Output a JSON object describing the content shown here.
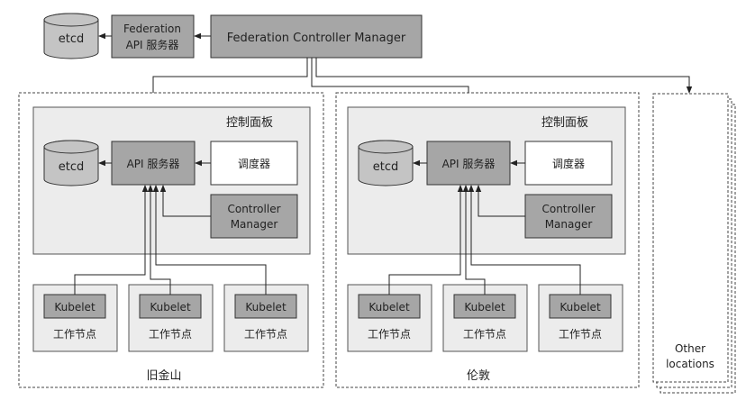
{
  "top": {
    "etcd": "etcd",
    "api_line1": "Federation",
    "api_line2": "API 服务器",
    "controller_manager": "Federation Controller Manager"
  },
  "clusters": [
    {
      "name": "旧金山",
      "control_plane": "控制面板",
      "etcd": "etcd",
      "api_server": "API 服务器",
      "scheduler": "调度器",
      "cm_line1": "Controller",
      "cm_line2": "Manager",
      "nodes": [
        {
          "kubelet": "Kubelet",
          "label": "工作节点"
        },
        {
          "kubelet": "Kubelet",
          "label": "工作节点"
        },
        {
          "kubelet": "Kubelet",
          "label": "工作节点"
        }
      ]
    },
    {
      "name": "伦敦",
      "control_plane": "控制面板",
      "etcd": "etcd",
      "api_server": "API 服务器",
      "scheduler": "调度器",
      "cm_line1": "Controller",
      "cm_line2": "Manager",
      "nodes": [
        {
          "kubelet": "Kubelet",
          "label": "工作节点"
        },
        {
          "kubelet": "Kubelet",
          "label": "工作节点"
        },
        {
          "kubelet": "Kubelet",
          "label": "工作节点"
        }
      ]
    }
  ],
  "other": {
    "line1": "Other",
    "line2": "locations"
  }
}
